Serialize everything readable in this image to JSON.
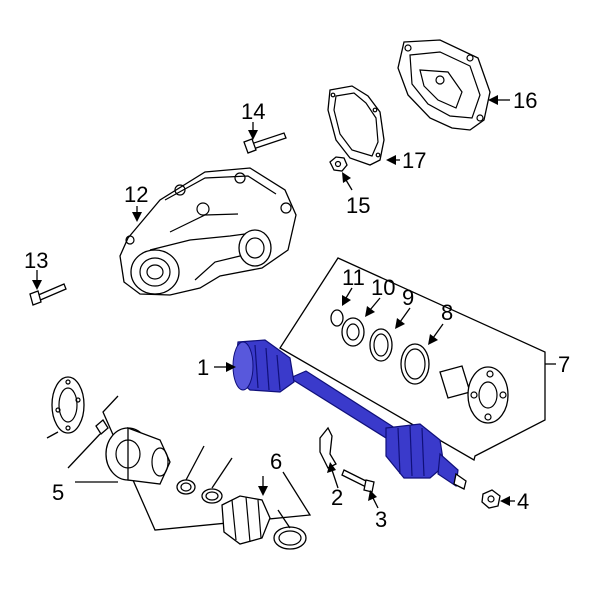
{
  "diagram": {
    "callouts": [
      {
        "id": "c1",
        "text": "1"
      },
      {
        "id": "c2",
        "text": "2"
      },
      {
        "id": "c3",
        "text": "3"
      },
      {
        "id": "c4",
        "text": "4"
      },
      {
        "id": "c5",
        "text": "5"
      },
      {
        "id": "c6",
        "text": "6"
      },
      {
        "id": "c7",
        "text": "7"
      },
      {
        "id": "c8",
        "text": "8"
      },
      {
        "id": "c9",
        "text": "9"
      },
      {
        "id": "c10",
        "text": "10"
      },
      {
        "id": "c11",
        "text": "11"
      },
      {
        "id": "c12",
        "text": "12"
      },
      {
        "id": "c13",
        "text": "13"
      },
      {
        "id": "c14",
        "text": "14"
      },
      {
        "id": "c15",
        "text": "15"
      },
      {
        "id": "c16",
        "text": "16"
      },
      {
        "id": "c17",
        "text": "17"
      }
    ],
    "colors": {
      "highlight": "#3a3acb",
      "line": "#000000",
      "background": "#ffffff"
    }
  }
}
